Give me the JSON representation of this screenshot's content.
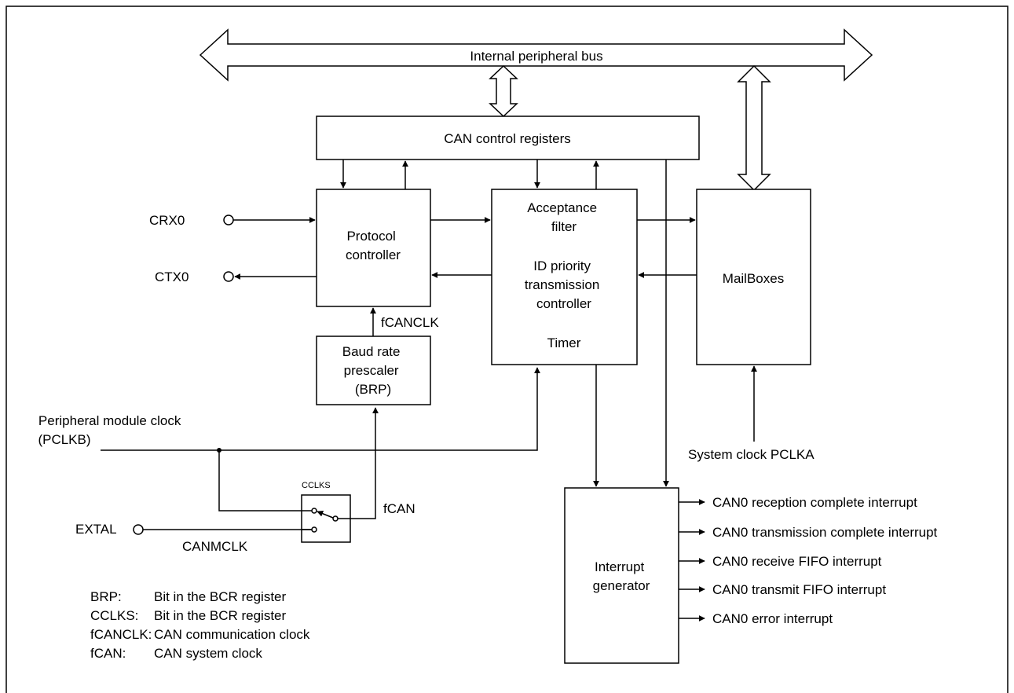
{
  "bus": {
    "label": "Internal peripheral bus"
  },
  "blocks": {
    "can_control_registers": "CAN control registers",
    "protocol_controller": [
      "Protocol",
      "controller"
    ],
    "acceptance_filter": [
      "Acceptance",
      "filter"
    ],
    "id_priority": [
      "ID priority",
      "transmission",
      "controller"
    ],
    "timer": "Timer",
    "mailboxes": "MailBoxes",
    "baud_rate_prescaler": [
      "Baud rate",
      "prescaler",
      "(BRP)"
    ],
    "interrupt_generator": [
      "Interrupt",
      "generator"
    ],
    "cclks_switch": "CCLKS"
  },
  "pins": {
    "crx0": "CRX0",
    "ctx0": "CTX0",
    "extal": "EXTAL"
  },
  "signals": {
    "fcanclk": "fCANCLK",
    "fcan": "fCAN",
    "canmclk": "CANMCLK",
    "pclkb": [
      "Peripheral module clock",
      "(PCLKB)"
    ],
    "pclka": "System clock PCLKA"
  },
  "interrupts": [
    "CAN0 reception complete interrupt",
    "CAN0 transmission complete interrupt",
    "CAN0 receive FIFO interrupt",
    "CAN0 transmit FIFO interrupt",
    "CAN0 error interrupt"
  ],
  "legend": [
    {
      "term": "BRP:",
      "desc": "Bit in the BCR register"
    },
    {
      "term": "CCLKS:",
      "desc": "Bit in the BCR register"
    },
    {
      "term": "fCANCLK:",
      "desc": "CAN communication clock"
    },
    {
      "term": "fCAN:",
      "desc": "CAN system clock"
    }
  ]
}
